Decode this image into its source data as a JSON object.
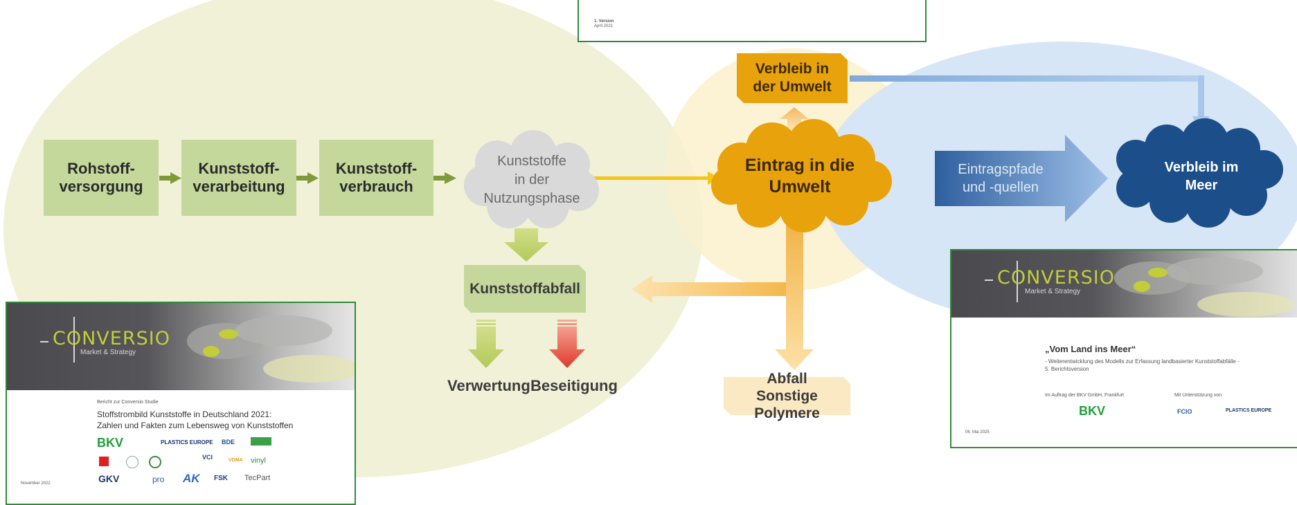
{
  "colors": {
    "chain_box": "#c4d89c",
    "chain_arrow": "#7f9a3a",
    "yellow_arrow": "#f5c518",
    "environment_orange": "#e8a20c",
    "sea_blue": "#1c4f8a",
    "report_border": "#2f8a3a",
    "conversio_green": "#c3cd3a"
  },
  "diagram": {
    "chain": [
      {
        "label": "Rohstoff-\nversorgung"
      },
      {
        "label": "Kunststoff-\nverarbeitung"
      },
      {
        "label": "Kunststoff-\nverbrauch"
      }
    ],
    "use_phase": "Kunststoffe\nin der\nNutzungsphase",
    "waste": "Kunststoffabfall",
    "recovery": "Verwertung",
    "disposal": "Beseitigung",
    "entry_environment": "Eintrag in die\nUmwelt",
    "remain_environment": "Verbleib in\nder Umwelt",
    "pathways": "Eintragspfade\nund -quellen",
    "remain_sea": "Verbleib im\nMeer",
    "other_waste": "Abfall\nSonstige Polymere"
  },
  "reports": {
    "top": {
      "version": "1. Version",
      "date": "April 2021"
    },
    "left": {
      "brand": "CONVERSIO",
      "brand_sub": "Market & Strategy",
      "overline": "Bericht zur Conversio Studie",
      "title": "Stoffstrombild Kunststoffe in Deutschland 2021:\nZahlen und Fakten zum Lebensweg von Kunststoffen",
      "date": "November 2022",
      "logos": [
        "BKV",
        "PLASTICS EUROPE",
        "BDE",
        "VCI",
        "VDMA",
        "vinyl",
        "GKV",
        "pro",
        "AK",
        "FSK",
        "TecPart"
      ]
    },
    "right": {
      "brand": "CONVERSIO",
      "brand_sub": "Market & Strategy",
      "title": "„Vom Land ins Meer“",
      "subtitle": "- Weiterentwicklung des Modells zur Erfassung landbasierter Kunststoffabfälle -\n5. Berichtsversion",
      "commission": "Im Auftrag der BKV GmbH, Frankfurt",
      "support": "Mit Unterstützung von",
      "date": "06. Mai 2025",
      "logos": [
        "BKV",
        "FCIO",
        "PLASTICS EUROPE"
      ]
    }
  }
}
